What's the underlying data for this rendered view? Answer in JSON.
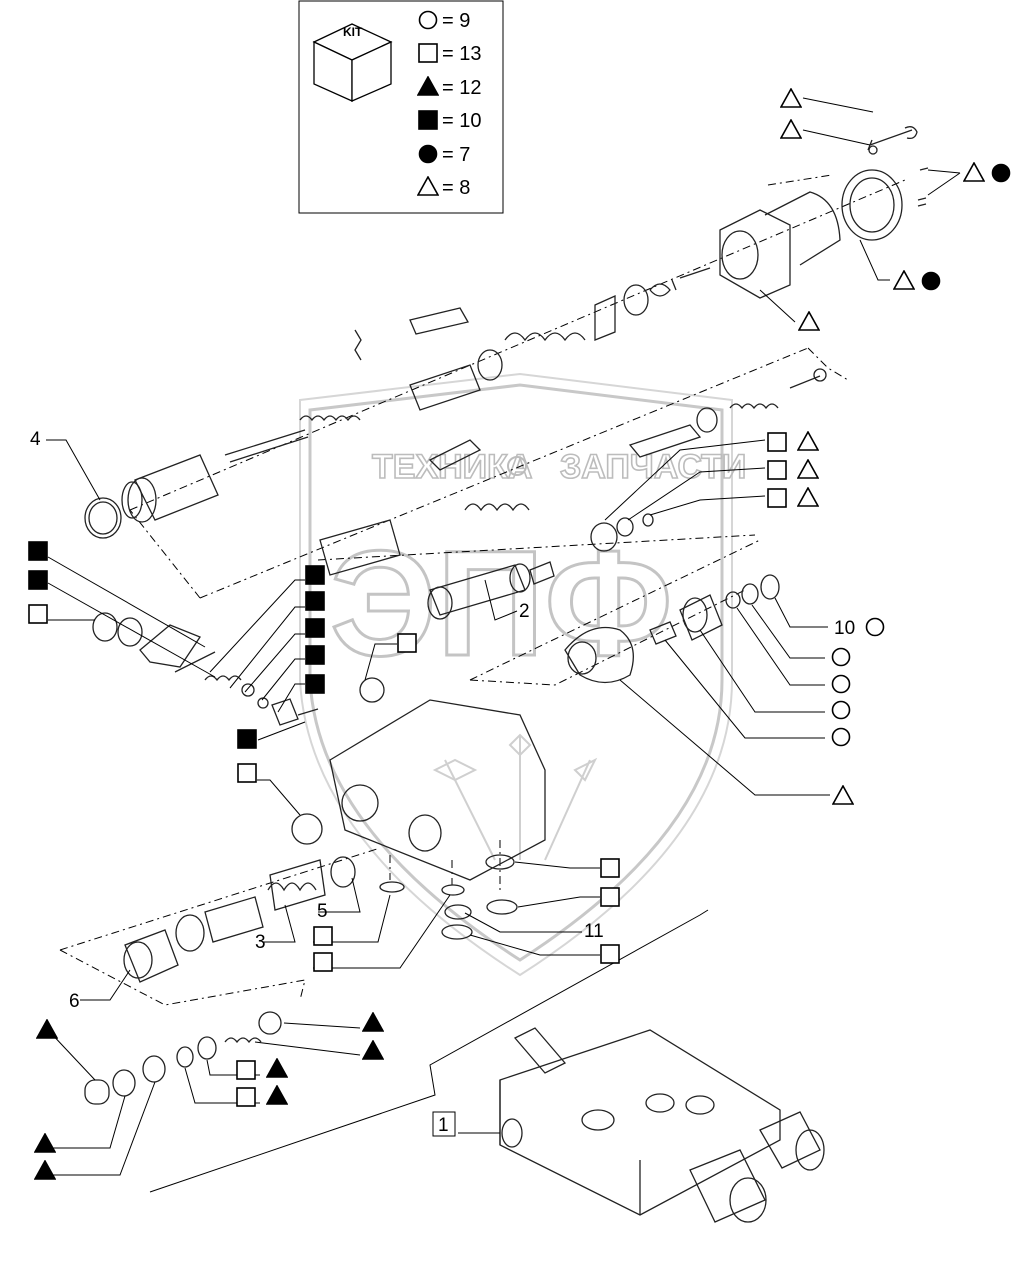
{
  "kit": {
    "tag": "KIT",
    "legend": [
      {
        "symbol": "circle-open",
        "value": "= 9"
      },
      {
        "symbol": "square-open",
        "value": "= 13"
      },
      {
        "symbol": "triangle-filled",
        "value": "= 12"
      },
      {
        "symbol": "square-filled",
        "value": "= 10"
      },
      {
        "symbol": "circle-filled",
        "value": "= 7"
      },
      {
        "symbol": "triangle-open",
        "value": "= 8"
      }
    ]
  },
  "watermark": {
    "left": "ТЕХНИКА",
    "right": "ЗАПЧАСТИ",
    "logo": "ЭПФ"
  },
  "callouts": {
    "c1": "1",
    "c2": "2",
    "c3": "3",
    "c4": "4",
    "c5": "5",
    "c6": "6",
    "c10": "10",
    "c11": "11"
  }
}
